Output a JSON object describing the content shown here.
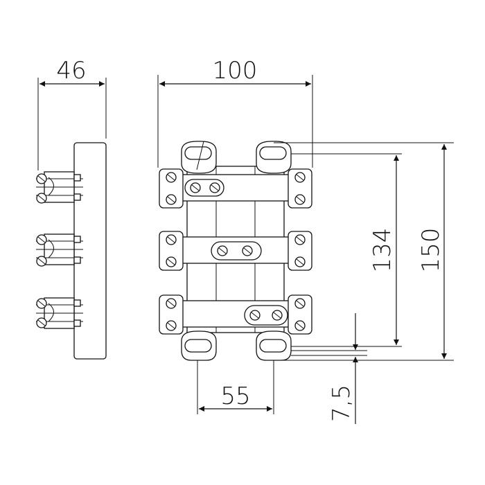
{
  "dimensions": {
    "side_width": "46",
    "overall_width": "100",
    "hole_spacing": "55",
    "inner_height": "134",
    "overall_height": "150",
    "slot_offset": "7,5"
  },
  "colors": {
    "line": "#111111",
    "background": "#ffffff"
  },
  "icons": [
    "arrowhead",
    "screw-head",
    "slot-hole"
  ]
}
